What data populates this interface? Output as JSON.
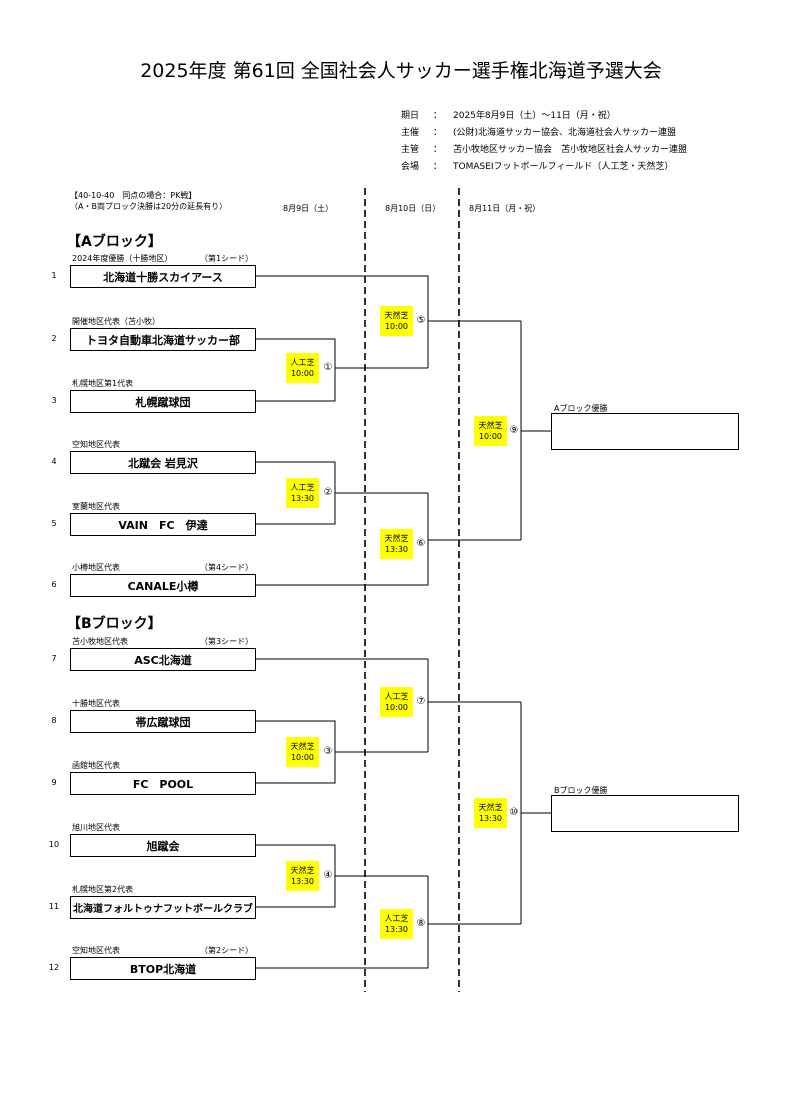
{
  "title": "2025年度 第61回 全国社会人サッカー選手権北海道予選大会",
  "info": [
    {
      "label": "期日",
      "sep": "：",
      "value": "2025年8月9日（土）～11日（月・祝）"
    },
    {
      "label": "主催",
      "sep": "：",
      "value": "(公財)北海道サッカー協会、北海道社会人サッカー連盟"
    },
    {
      "label": "主管",
      "sep": "：",
      "value": "苫小牧地区サッカー協会　苫小牧地区社会人サッカー連盟"
    },
    {
      "label": "会場",
      "sep": "：",
      "value": "TOMASEIフットボールフィールド（人工芝・天然芝）"
    }
  ],
  "notes": [
    "【40-10-40　同点の場合：PK戦】",
    "（A・B両ブロック決勝は20分の延長有り）"
  ],
  "dates": [
    "8月9日（土）",
    "8月10日（日）",
    "8月11日（月・祝）"
  ],
  "blocks": [
    "【Aブロック】",
    "【Bブロック】"
  ],
  "teams": [
    {
      "num": "1",
      "region": "2024年度優勝（十勝地区）",
      "seed": "（第1シード）",
      "name": "北海道十勝スカイアース"
    },
    {
      "num": "2",
      "region": "開催地区代表（苫小牧）",
      "seed": "",
      "name": "トヨタ自動車北海道サッカー部"
    },
    {
      "num": "3",
      "region": "札幌地区第1代表",
      "seed": "",
      "name": "札幌蹴球団"
    },
    {
      "num": "4",
      "region": "空知地区代表",
      "seed": "",
      "name": "北蹴会 岩見沢"
    },
    {
      "num": "5",
      "region": "室蘭地区代表",
      "seed": "",
      "name": "VAIN　FC　伊達"
    },
    {
      "num": "6",
      "region": "小樽地区代表",
      "seed": "（第4シード）",
      "name": "CANALE小樽"
    },
    {
      "num": "7",
      "region": "苫小牧地区代表",
      "seed": "（第3シード）",
      "name": "ASC北海道"
    },
    {
      "num": "8",
      "region": "十勝地区代表",
      "seed": "",
      "name": "帯広蹴球団"
    },
    {
      "num": "9",
      "region": "函館地区代表",
      "seed": "",
      "name": "FC　POOL"
    },
    {
      "num": "10",
      "region": "旭川地区代表",
      "seed": "",
      "name": "旭蹴会"
    },
    {
      "num": "11",
      "region": "札幌地区第2代表",
      "seed": "",
      "name": "北海道フォルトゥナフットボールクラブ"
    },
    {
      "num": "12",
      "region": "空知地区代表",
      "seed": "（第2シード）",
      "name": "BTOP北海道"
    }
  ],
  "matches": [
    {
      "id": "①",
      "field": "人工芝",
      "time": "10:00"
    },
    {
      "id": "②",
      "field": "人工芝",
      "time": "13:30"
    },
    {
      "id": "③",
      "field": "天然芝",
      "time": "10:00"
    },
    {
      "id": "④",
      "field": "天然芝",
      "time": "13:30"
    },
    {
      "id": "⑤",
      "field": "天然芝",
      "time": "10:00"
    },
    {
      "id": "⑥",
      "field": "天然芝",
      "time": "13:30"
    },
    {
      "id": "⑦",
      "field": "人工芝",
      "time": "10:00"
    },
    {
      "id": "⑧",
      "field": "人工芝",
      "time": "13:30"
    },
    {
      "id": "⑨",
      "field": "天然芝",
      "time": "10:00"
    },
    {
      "id": "⑩",
      "field": "天然芝",
      "time": "13:30"
    }
  ],
  "winners": [
    "Aブロック優勝",
    "Bブロック優勝"
  ],
  "colors": {
    "highlight": "#ffff00",
    "line": "#000000"
  }
}
